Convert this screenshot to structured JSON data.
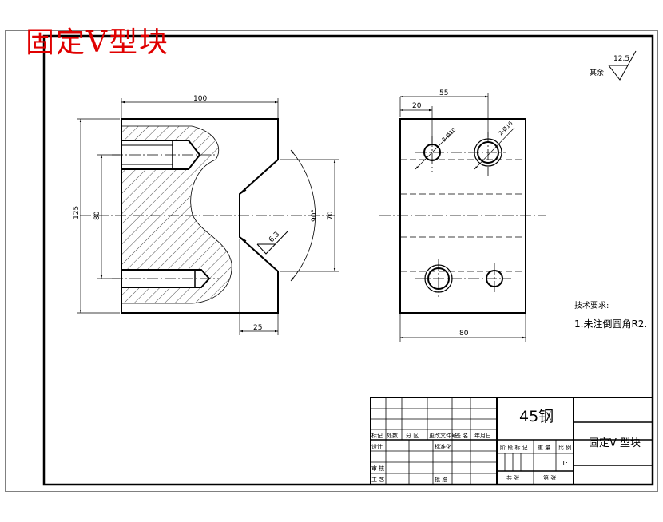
{
  "title": "固定V型块",
  "roughness": {
    "note": "其余",
    "value": "12.5"
  },
  "front_view": {
    "width_dim": "100",
    "height_dim": "125",
    "hole_span_dim": "80",
    "v_angle_dim": "90°",
    "v_height_dim": "70",
    "v_depth_dim": "25",
    "surface_roughness": "6.3"
  },
  "side_view": {
    "dim_20": "20",
    "dim_55": "55",
    "hole_small": "2-Ø10",
    "hole_large": "2-Ø16",
    "width_dim": "80"
  },
  "tech_req": {
    "heading": "技术要求:",
    "item1": "1.未注倒圆角R2."
  },
  "title_block": {
    "material": "45钢",
    "part_name": "固定V 型块",
    "scale": "1:1",
    "labels": {
      "mark": "标记",
      "count": "处数",
      "zone": "分 区",
      "change_doc": "更改文件号",
      "sign": "签 名",
      "date": "年月日",
      "design": "设计",
      "standardize": "标准化",
      "stage_mark": "阶 段 标 记",
      "weight": "重 量",
      "ratio": "比 例",
      "review": "审 核",
      "process": "工 艺",
      "approve": "批 准",
      "sheets_total": "共 张",
      "sheet_no": "第 张"
    }
  }
}
